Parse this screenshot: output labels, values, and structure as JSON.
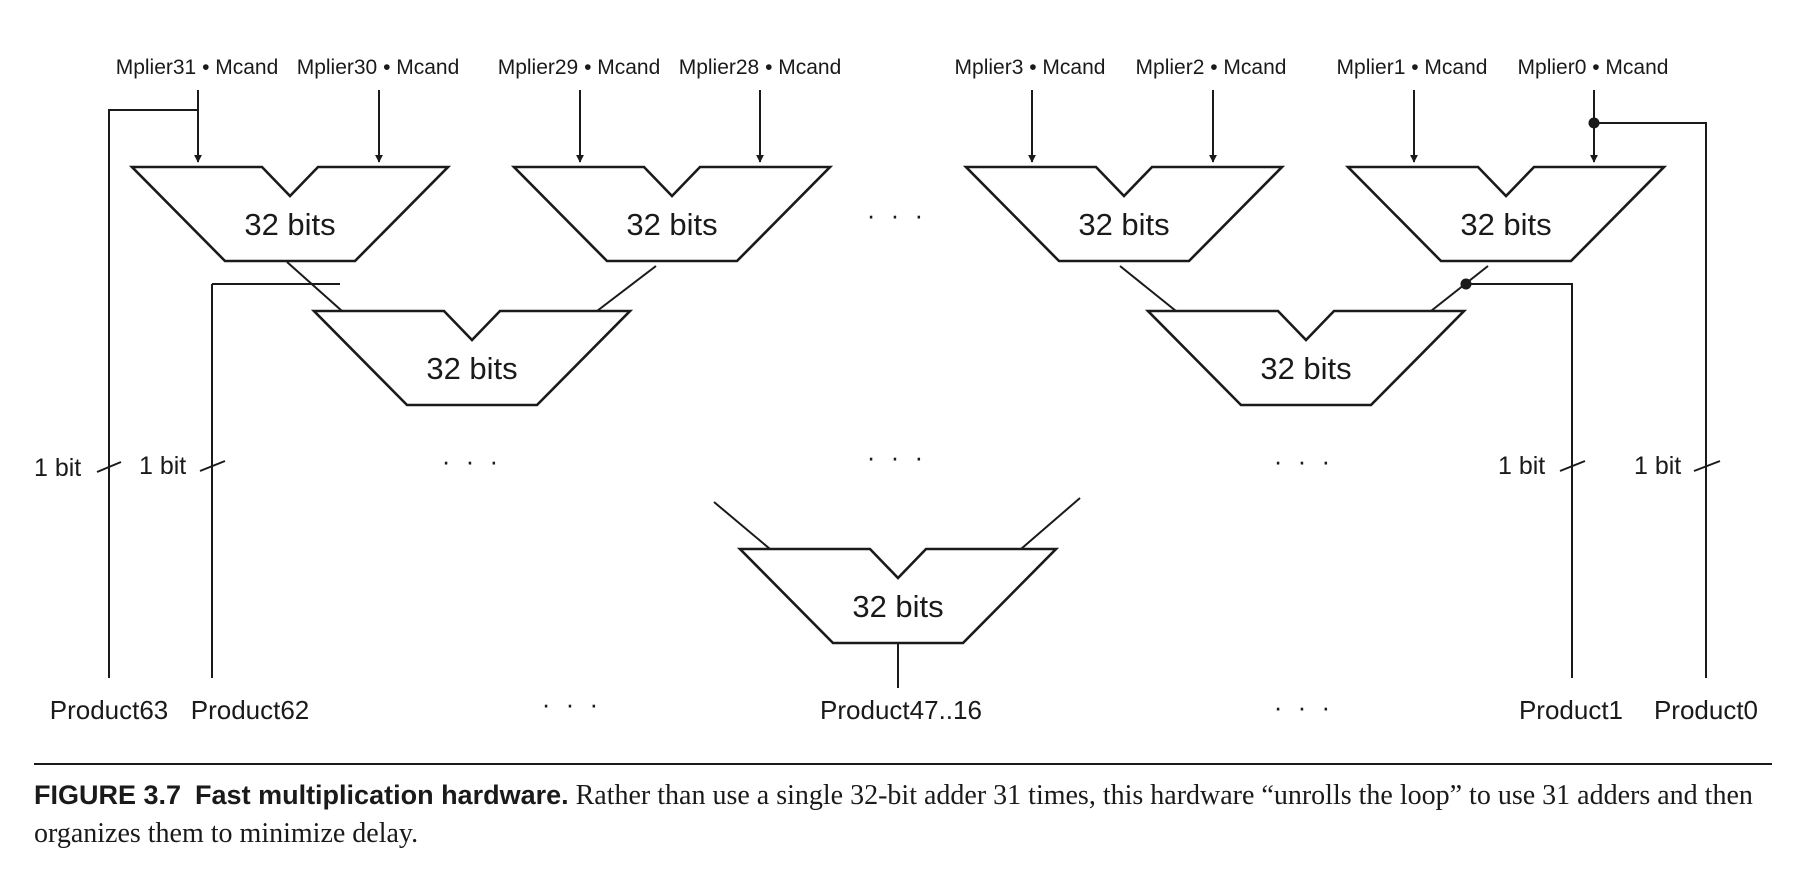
{
  "inputs": {
    "m31": "Mplier31 • Mcand",
    "m30": "Mplier30 • Mcand",
    "m29": "Mplier29 • Mcand",
    "m28": "Mplier28 • Mcand",
    "m3": "Mplier3 • Mcand",
    "m2": "Mplier2 • Mcand",
    "m1": "Mplier1 • Mcand",
    "m0": "Mplier0 • Mcand"
  },
  "adder_label": "32 bits",
  "bit_label": "1 bit",
  "ellipsis": "· · ·",
  "outputs": {
    "p63": "Product63",
    "p62": "Product62",
    "p47_16": "Product47..16",
    "p1": "Product1",
    "p0": "Product0"
  },
  "caption": {
    "figure_number": "FIGURE 3.7",
    "title": "Fast multiplication hardware.",
    "text": "Rather than use a single 32-bit adder 31 times, this hardware “unrolls the loop” to use 31 adders and then organizes them to minimize delay."
  }
}
